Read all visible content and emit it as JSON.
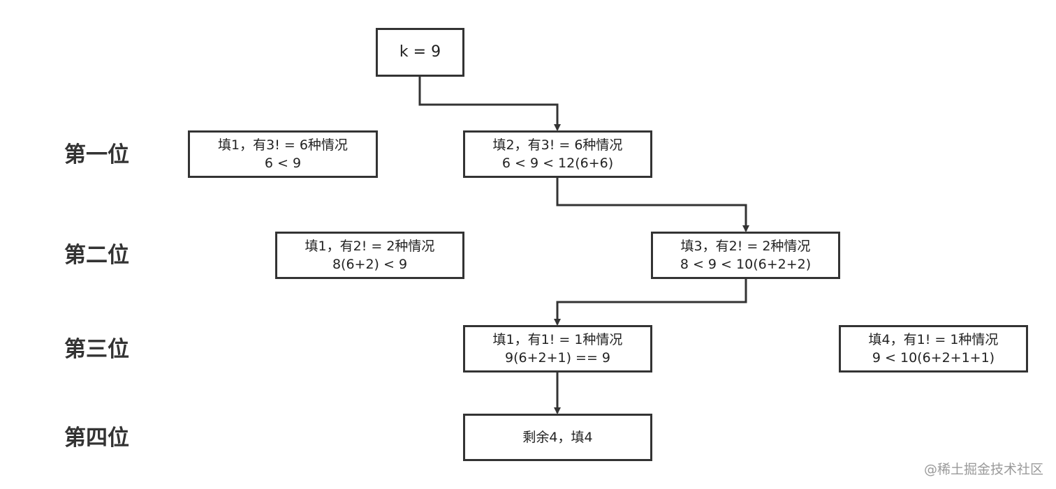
{
  "rows": {
    "first": "第一位",
    "second": "第二位",
    "third": "第三位",
    "fourth": "第四位"
  },
  "nodes": {
    "root": {
      "line1": "k = 9"
    },
    "first_fill1": {
      "line1": "填1，有3! = 6种情况",
      "line2": "6 < 9"
    },
    "first_fill2": {
      "line1": "填2，有3! = 6种情况",
      "line2": "6 < 9 < 12(6+6)"
    },
    "second_fill1": {
      "line1": "填1，有2! = 2种情况",
      "line2": "8(6+2)  < 9"
    },
    "second_fill3": {
      "line1": "填3，有2! = 2种情况",
      "line2": "8 < 9 < 10(6+2+2)"
    },
    "third_fill1": {
      "line1": "填1，有1! = 1种情况",
      "line2": "9(6+2+1)  == 9"
    },
    "third_fill4": {
      "line1": "填4，有1! = 1种情况",
      "line2": "9 < 10(6+2+1+1)"
    },
    "fourth_fill4": {
      "line1": "剩余4，填4"
    }
  },
  "watermark": "@稀土掘金技术社区",
  "colors": {
    "stroke": "#333333",
    "text": "#222222",
    "watermark": "#9a9a9a"
  }
}
